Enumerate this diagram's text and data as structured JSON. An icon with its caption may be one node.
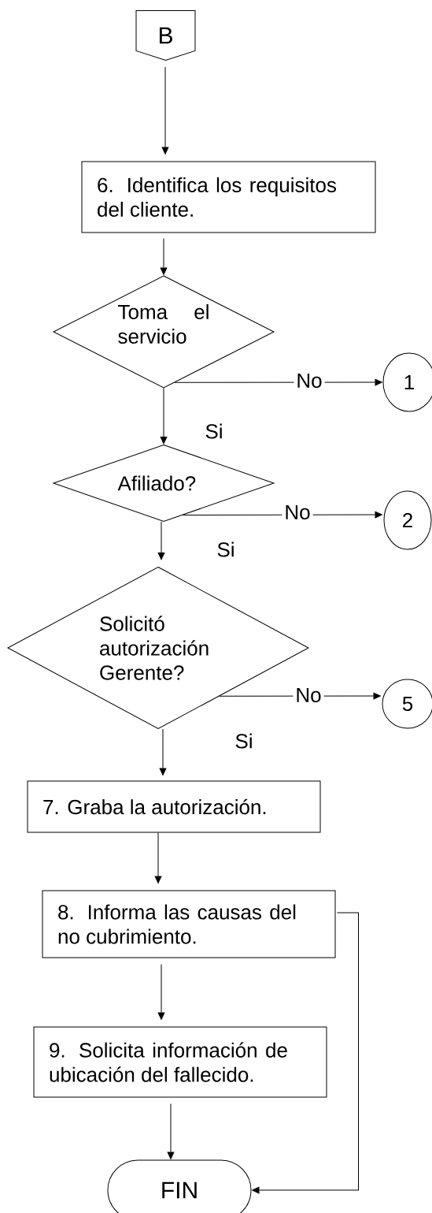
{
  "diagram": {
    "nodes": [
      {
        "text": [
          "B"
        ]
      },
      {
        "text": [
          "6. Identifica los requisitos del cliente."
        ]
      },
      {
        "text": [
          "Toma el servicio"
        ]
      },
      {
        "text": [
          "1"
        ]
      },
      {
        "text": [
          "Afiliado?"
        ]
      },
      {
        "text": [
          "2"
        ]
      },
      {
        "text": [
          "Solicitó autorización Gerente?"
        ]
      },
      {
        "text": [
          "5"
        ]
      },
      {
        "text": [
          "7. Graba la autorización."
        ]
      },
      {
        "text": [
          "8. Informa las causas del no cubrimiento."
        ]
      },
      {
        "text": [
          "9. Solicita información de ubicación del fallecido."
        ]
      },
      {
        "text": [
          "FIN"
        ]
      }
    ],
    "edges": [
      {
        "from": 0,
        "to": 1,
        "arrow": "to"
      },
      {
        "from": 1,
        "to": 2,
        "arrow": "to"
      },
      {
        "from": 2,
        "to": 3,
        "arrow": "to",
        "label": "No"
      },
      {
        "from": 2,
        "to": 4,
        "arrow": "to",
        "label": "Si"
      },
      {
        "from": 4,
        "to": 5,
        "arrow": "to",
        "label": "No"
      },
      {
        "from": 4,
        "to": 6,
        "arrow": "to",
        "label": "Si"
      },
      {
        "from": 6,
        "to": 7,
        "arrow": "to",
        "label": "No"
      },
      {
        "from": 6,
        "to": 8,
        "arrow": "to",
        "label": "Si"
      },
      {
        "from": 8,
        "to": 9,
        "arrow": "to"
      },
      {
        "from": 9,
        "to": 10,
        "arrow": "to"
      },
      {
        "from": 10,
        "to": 11,
        "arrow": "to"
      },
      {
        "from": 9,
        "to": 11,
        "arrow": "to"
      }
    ]
  }
}
